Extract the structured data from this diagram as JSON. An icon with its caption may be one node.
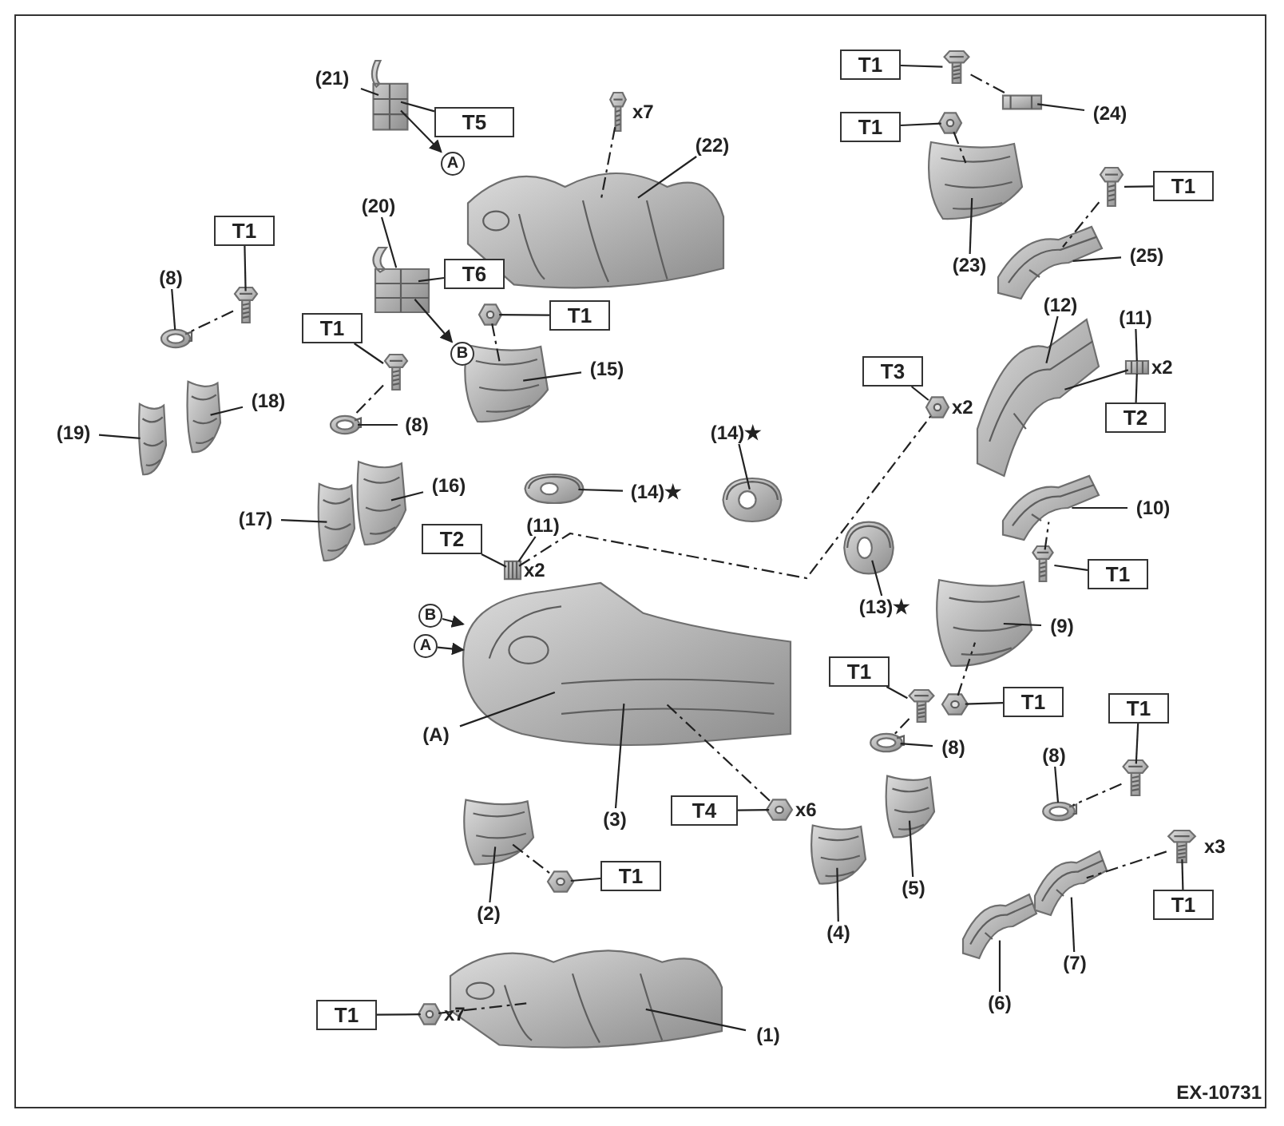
{
  "diagram": {
    "nodes": [
      {
        "text": [
          "(21)"
        ]
      },
      {
        "text": [],
        "shape": "picture"
      },
      {
        "text": [
          "T5"
        ]
      },
      {
        "text": [
          "A"
        ]
      },
      {
        "text": [],
        "shape": "picture",
        "beside": [
          "x7"
        ]
      },
      {
        "text": [],
        "shape": "picture"
      },
      {
        "text": [
          "(22)"
        ]
      },
      {
        "text": [
          "(20)"
        ]
      },
      {
        "text": [],
        "shape": "picture"
      },
      {
        "text": [
          "T6"
        ]
      },
      {
        "text": [
          "B"
        ]
      },
      {
        "text": [],
        "shape": "picture"
      },
      {
        "text": [
          "T1"
        ]
      },
      {
        "text": [],
        "shape": "picture"
      },
      {
        "text": [
          "(15)"
        ]
      },
      {
        "text": [
          "T1"
        ]
      },
      {
        "text": [],
        "shape": "picture"
      },
      {
        "text": [
          "(8)"
        ]
      },
      {
        "text": [],
        "shape": "picture"
      },
      {
        "text": [
          "T1"
        ]
      },
      {
        "text": [],
        "shape": "picture"
      },
      {
        "text": [],
        "shape": "picture"
      },
      {
        "text": [
          "(8)"
        ]
      },
      {
        "text": [],
        "shape": "picture"
      },
      {
        "text": [
          "(18)"
        ]
      },
      {
        "text": [
          "(19)"
        ]
      },
      {
        "text": [],
        "shape": "picture"
      },
      {
        "text": [],
        "shape": "picture"
      },
      {
        "text": [
          "(16)"
        ]
      },
      {
        "text": [
          "(17)"
        ]
      },
      {
        "text": [],
        "shape": "picture"
      },
      {
        "text": [],
        "shape": "picture"
      },
      {
        "text": [
          "(14)★"
        ]
      },
      {
        "text": [
          "(14)★"
        ]
      },
      {
        "text": [],
        "shape": "picture"
      },
      {
        "text": [
          "T2"
        ]
      },
      {
        "text": [
          "(11)"
        ]
      },
      {
        "text": [],
        "shape": "picture",
        "beside": [
          "x2"
        ]
      },
      {
        "text": [
          "T1"
        ]
      },
      {
        "text": [],
        "shape": "picture"
      },
      {
        "text": [],
        "shape": "picture"
      },
      {
        "text": [
          "(24)"
        ]
      },
      {
        "text": [
          "T1"
        ]
      },
      {
        "text": [],
        "shape": "picture"
      },
      {
        "text": [],
        "shape": "picture"
      },
      {
        "text": [
          "(23)"
        ]
      },
      {
        "text": [],
        "shape": "picture"
      },
      {
        "text": [
          "T1"
        ]
      },
      {
        "text": [],
        "shape": "picture"
      },
      {
        "text": [
          "(25)"
        ]
      },
      {
        "text": [
          "(12)"
        ]
      },
      {
        "text": [
          "(11)"
        ]
      },
      {
        "text": [],
        "shape": "picture",
        "beside": [
          "x2"
        ]
      },
      {
        "text": [
          "T2"
        ]
      },
      {
        "text": [
          "T3"
        ]
      },
      {
        "text": [],
        "shape": "picture",
        "beside": [
          "x2"
        ]
      },
      {
        "text": [],
        "shape": "picture"
      },
      {
        "text": [],
        "shape": "picture"
      },
      {
        "text": [
          "(10)"
        ]
      },
      {
        "text": [],
        "shape": "picture"
      },
      {
        "text": [
          "T1"
        ]
      },
      {
        "text": [],
        "shape": "picture"
      },
      {
        "text": [
          "(13)★"
        ]
      },
      {
        "text": [],
        "shape": "picture"
      },
      {
        "text": [
          "(9)"
        ]
      },
      {
        "text": [
          "T1"
        ]
      },
      {
        "text": [],
        "shape": "picture"
      },
      {
        "text": [],
        "shape": "picture"
      },
      {
        "text": [
          "T1"
        ]
      },
      {
        "text": [],
        "shape": "picture"
      },
      {
        "text": [
          "(8)"
        ]
      },
      {
        "text": [
          "(8)"
        ]
      },
      {
        "text": [
          "T1"
        ]
      },
      {
        "text": [],
        "shape": "picture"
      },
      {
        "text": [],
        "shape": "picture"
      },
      {
        "text": [
          "B"
        ]
      },
      {
        "text": [
          "A"
        ]
      },
      {
        "text": [],
        "shape": "picture"
      },
      {
        "text": [
          "(A)"
        ]
      },
      {
        "text": [
          "(3)"
        ]
      },
      {
        "text": [
          "T4"
        ]
      },
      {
        "text": [],
        "shape": "picture",
        "beside": [
          "x6"
        ]
      },
      {
        "text": [],
        "shape": "picture"
      },
      {
        "text": [],
        "shape": "picture"
      },
      {
        "text": [],
        "shape": "picture",
        "beside": [
          "x3"
        ]
      },
      {
        "text": [
          "T1"
        ]
      },
      {
        "text": [],
        "shape": "picture"
      },
      {
        "text": [
          "(5)"
        ]
      },
      {
        "text": [
          "(4)"
        ]
      },
      {
        "text": [],
        "shape": "picture"
      },
      {
        "text": [],
        "shape": "picture"
      },
      {
        "text": [
          "T1"
        ]
      },
      {
        "text": [
          "(2)"
        ]
      },
      {
        "text": [],
        "shape": "picture"
      },
      {
        "text": [
          "(7)"
        ]
      },
      {
        "text": [
          "(6)"
        ]
      },
      {
        "text": [],
        "shape": "picture"
      },
      {
        "text": [],
        "shape": "picture",
        "beside": [
          "x7"
        ]
      },
      {
        "text": [
          "T1"
        ]
      },
      {
        "text": [
          "(1)"
        ]
      }
    ],
    "edges": [
      {
        "from": 0,
        "to": 1,
        "arrow": "none"
      },
      {
        "from": 2,
        "to": 1,
        "arrow": "none"
      },
      {
        "from": 1,
        "to": 3,
        "arrow": "to"
      },
      {
        "from": 4,
        "to": 5,
        "arrow": "none",
        "style": "dashed"
      },
      {
        "from": 6,
        "to": 5,
        "arrow": "none"
      },
      {
        "from": 7,
        "to": 8,
        "arrow": "none"
      },
      {
        "from": 9,
        "to": 8,
        "arrow": "none"
      },
      {
        "from": 8,
        "to": 10,
        "arrow": "to"
      },
      {
        "from": 12,
        "to": 11,
        "arrow": "none"
      },
      {
        "from": 11,
        "to": 13,
        "arrow": "none",
        "style": "dashed"
      },
      {
        "from": 14,
        "to": 13,
        "arrow": "none"
      },
      {
        "from": 15,
        "to": 16,
        "arrow": "none"
      },
      {
        "from": 16,
        "to": 18,
        "arrow": "none",
        "style": "dashed"
      },
      {
        "from": 17,
        "to": 18,
        "arrow": "none"
      },
      {
        "from": 19,
        "to": 20,
        "arrow": "none"
      },
      {
        "from": 20,
        "to": 21,
        "arrow": "none",
        "style": "dashed"
      },
      {
        "from": 22,
        "to": 21,
        "arrow": "none"
      },
      {
        "from": 24,
        "to": 23,
        "arrow": "none"
      },
      {
        "from": 25,
        "to": 26,
        "arrow": "none"
      },
      {
        "from": 28,
        "to": 27,
        "arrow": "none"
      },
      {
        "from": 29,
        "to": 30,
        "arrow": "none"
      },
      {
        "from": 32,
        "to": 31,
        "arrow": "none"
      },
      {
        "from": 33,
        "to": 34,
        "arrow": "none"
      },
      {
        "from": 35,
        "to": 37,
        "arrow": "none"
      },
      {
        "from": 36,
        "to": 37,
        "arrow": "none"
      },
      {
        "from": 37,
        "to": 55,
        "arrow": "none",
        "style": "dashed"
      },
      {
        "from": 38,
        "to": 39,
        "arrow": "none"
      },
      {
        "from": 39,
        "to": 40,
        "arrow": "none",
        "style": "dashed"
      },
      {
        "from": 41,
        "to": 40,
        "arrow": "none"
      },
      {
        "from": 42,
        "to": 43,
        "arrow": "none"
      },
      {
        "from": 43,
        "to": 44,
        "arrow": "none",
        "style": "dashed"
      },
      {
        "from": 45,
        "to": 44,
        "arrow": "none"
      },
      {
        "from": 47,
        "to": 46,
        "arrow": "none"
      },
      {
        "from": 46,
        "to": 48,
        "arrow": "none",
        "style": "dashed"
      },
      {
        "from": 49,
        "to": 48,
        "arrow": "none"
      },
      {
        "from": 50,
        "to": 56,
        "arrow": "none"
      },
      {
        "from": 51,
        "to": 52,
        "arrow": "none"
      },
      {
        "from": 53,
        "to": 52,
        "arrow": "none"
      },
      {
        "from": 52,
        "to": 56,
        "arrow": "none"
      },
      {
        "from": 54,
        "to": 55,
        "arrow": "none"
      },
      {
        "from": 58,
        "to": 57,
        "arrow": "none"
      },
      {
        "from": 60,
        "to": 59,
        "arrow": "none"
      },
      {
        "from": 59,
        "to": 57,
        "arrow": "none",
        "style": "dashed"
      },
      {
        "from": 62,
        "to": 61,
        "arrow": "none"
      },
      {
        "from": 64,
        "to": 63,
        "arrow": "none"
      },
      {
        "from": 68,
        "to": 67,
        "arrow": "none"
      },
      {
        "from": 67,
        "to": 63,
        "arrow": "none",
        "style": "dashed"
      },
      {
        "from": 65,
        "to": 66,
        "arrow": "none"
      },
      {
        "from": 66,
        "to": 69,
        "arrow": "none",
        "style": "dashed"
      },
      {
        "from": 70,
        "to": 69,
        "arrow": "none"
      },
      {
        "from": 71,
        "to": 74,
        "arrow": "none"
      },
      {
        "from": 72,
        "to": 73,
        "arrow": "none"
      },
      {
        "from": 73,
        "to": 74,
        "arrow": "none",
        "style": "dashed"
      },
      {
        "from": 75,
        "to": 77,
        "arrow": "to"
      },
      {
        "from": 76,
        "to": 77,
        "arrow": "to"
      },
      {
        "from": 78,
        "to": 77,
        "arrow": "none"
      },
      {
        "from": 79,
        "to": 77,
        "arrow": "none"
      },
      {
        "from": 80,
        "to": 81,
        "arrow": "none"
      },
      {
        "from": 81,
        "to": 77,
        "arrow": "none",
        "style": "dashed"
      },
      {
        "from": 84,
        "to": 86,
        "arrow": "none",
        "style": "dashed"
      },
      {
        "from": 85,
        "to": 84,
        "arrow": "none"
      },
      {
        "from": 94,
        "to": 86,
        "arrow": "none"
      },
      {
        "from": 87,
        "to": 82,
        "arrow": "none"
      },
      {
        "from": 88,
        "to": 83,
        "arrow": "none"
      },
      {
        "from": 95,
        "to": 93,
        "arrow": "none"
      },
      {
        "from": 89,
        "to": 90,
        "arrow": "none",
        "style": "dashed"
      },
      {
        "from": 91,
        "to": 90,
        "arrow": "none"
      },
      {
        "from": 92,
        "to": 89,
        "arrow": "none"
      },
      {
        "from": 97,
        "to": 96,
        "arrow": "none",
        "style": "dashed"
      },
      {
        "from": 98,
        "to": 97,
        "arrow": "none"
      },
      {
        "from": 99,
        "to": 96,
        "arrow": "none"
      }
    ],
    "labels": [
      "EX-10731"
    ]
  }
}
